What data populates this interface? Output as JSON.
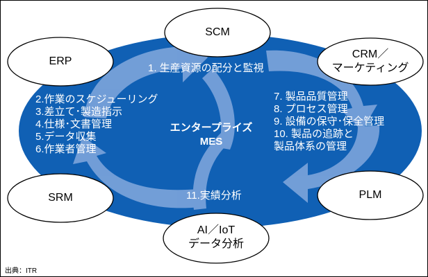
{
  "center": {
    "line1": "エンタープライズ",
    "line2": "MES"
  },
  "top_function": "1. 生産資源の配分と監視",
  "left_functions": [
    "2.作業のスケジューリング",
    "3.差立て･製造指示",
    "4.仕様･文書管理",
    "5.データ収集",
    "6.作業者管理"
  ],
  "right_functions": [
    "7. 製品品質管理",
    "8. プロセス管理",
    "9. 設備の保守･保全管理",
    "10. 製品の追跡と",
    "製品体系の管理"
  ],
  "bottom_function": "11.実績分析",
  "systems": {
    "scm": "SCM",
    "erp": "ERP",
    "crm_line1": "CRM／",
    "crm_line2": "マーケティング",
    "srm": "SRM",
    "plm": "PLM",
    "ai_line1": "AI／IoT",
    "ai_line2": "データ分析"
  },
  "source": "出典：ITR",
  "colors": {
    "ellipse": "#1060b4",
    "arrow": "#7fa6dc",
    "node_fill": "#ffffff",
    "node_stroke": "#000000"
  }
}
